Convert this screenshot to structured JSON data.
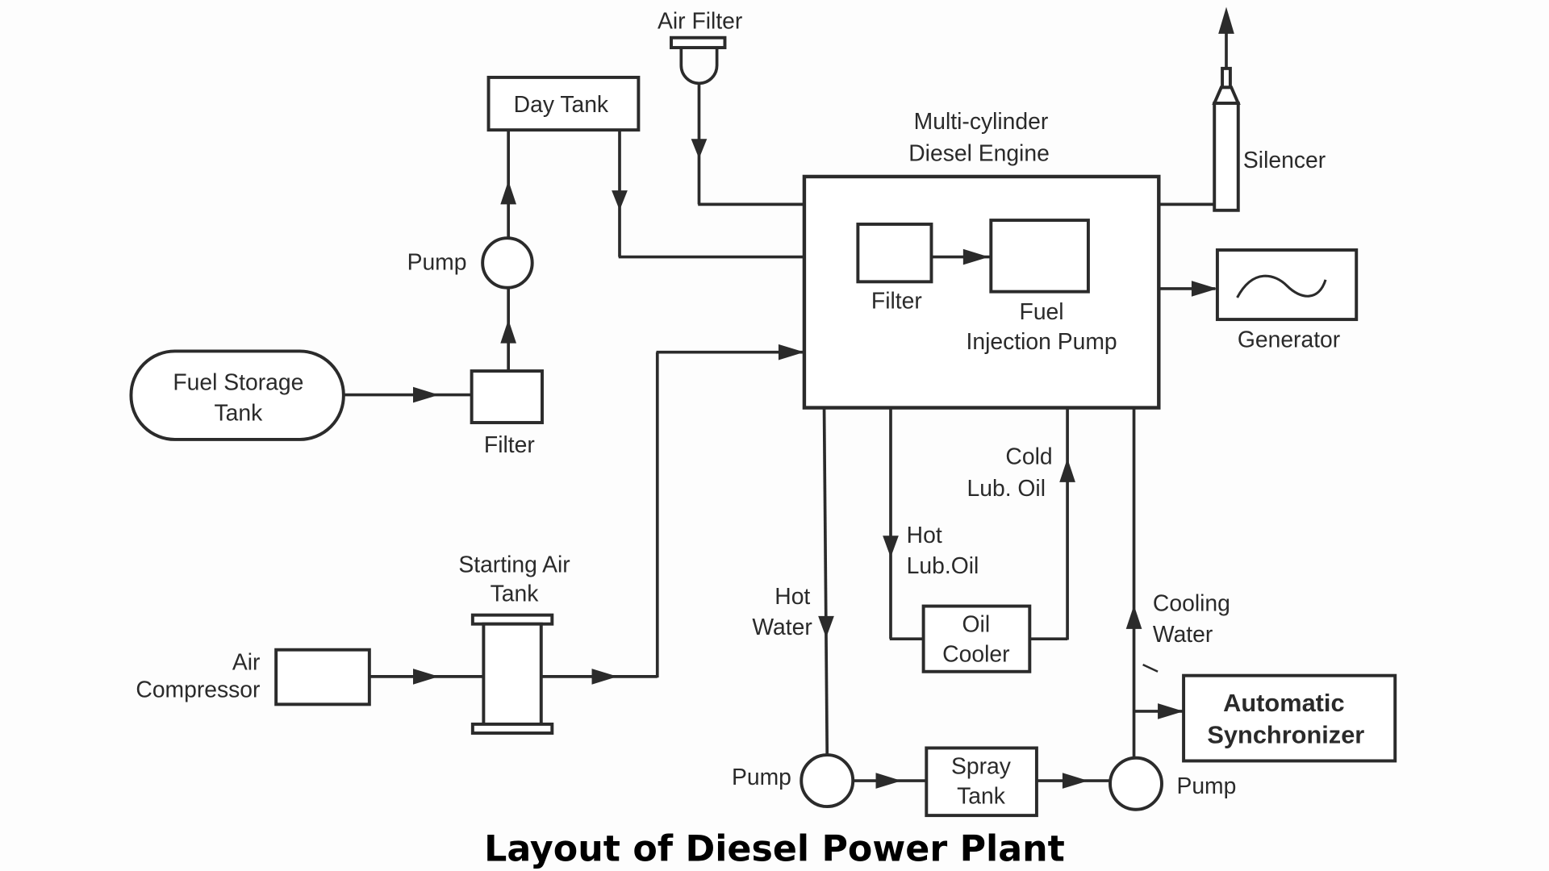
{
  "title": "Layout of Diesel Power Plant",
  "components": {
    "air_filter": "Air Filter",
    "day_tank": "Day Tank",
    "engine_line1": "Multi-cylinder",
    "engine_line2": "Diesel Engine",
    "silencer": "Silencer",
    "pump_fuel": "Pump",
    "engine_filter": "Filter",
    "fuel_injection_line1": "Fuel",
    "fuel_injection_line2": "Injection Pump",
    "generator": "Generator",
    "fuel_storage_line1": "Fuel Storage",
    "fuel_storage_line2": "Tank",
    "fuel_filter": "Filter",
    "cold_lub_line1": "Cold",
    "cold_lub_line2": "Lub. Oil",
    "hot_lub_line1": "Hot",
    "hot_lub_line2": "Lub.Oil",
    "starting_air_line1": "Starting Air",
    "starting_air_line2": "Tank",
    "hot_water_line1": "Hot",
    "hot_water_line2": "Water",
    "oil_cooler_line1": "Oil",
    "oil_cooler_line2": "Cooler",
    "cooling_water_line1": "Cooling",
    "cooling_water_line2": "Water",
    "air_compressor_line1": "Air",
    "air_compressor_line2": "Compressor",
    "auto_sync_line1": "Automatic",
    "auto_sync_line2": "Synchronizer",
    "pump_hot_water": "Pump",
    "spray_tank_line1": "Spray",
    "spray_tank_line2": "Tank",
    "pump_cooling": "Pump"
  }
}
